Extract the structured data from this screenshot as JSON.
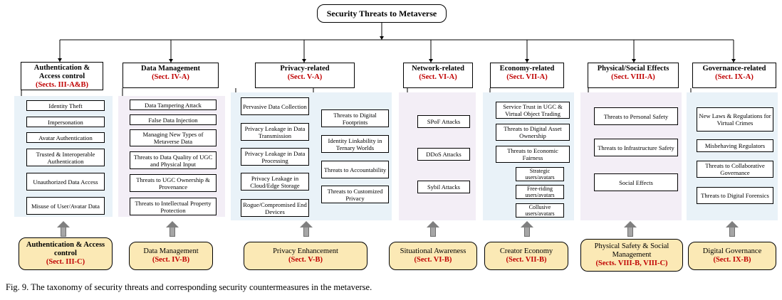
{
  "root": "Security Threats to Metaverse",
  "caption": "Fig. 9.  The taxonomy of security threats and corresponding security countermeasures in the metaverse.",
  "columns": [
    {
      "title": "Authentication &\nAccess control",
      "section": "(Sects. III-A&B)",
      "items": [
        "Identity Theft",
        "Impersonation",
        "Avatar Authentication",
        "Trusted & Interoperable Authentication",
        "Unauthorized Data Access",
        "Misuse of User/Avatar Data"
      ],
      "cm_title": "Authentication & Access control",
      "cm_section": "(Sect. III-C)"
    },
    {
      "title": "Data Management",
      "section": "(Sect. IV-A)",
      "items": [
        "Data Tampering Attack",
        "False Data Injection",
        "Managing New Types of Metaverse Data",
        "Threats to Data Quality of UGC and Physical Input",
        "Threats to UGC Ownership & Provenance",
        "Threats to Intellectual Property Protection"
      ],
      "cm_title": "Data Management",
      "cm_section": "(Sect. IV-B)"
    },
    {
      "title": "Privacy-related",
      "section": "(Sect. V-A)",
      "items_left": [
        "Pervasive Data Collection",
        "Privacy Leakage in Data Transmission",
        "Privacy Leakage in Data Processing",
        "Privacy Leakage in Cloud/Edge Storage",
        "Rogue/Compromised End Devices"
      ],
      "items_right": [
        "Threats to Digital Footprints",
        "Identity Linkability in Ternary Worlds",
        "Threats to Accountability",
        "Threats to Customized Privacy"
      ],
      "cm_title": "Privacy Enhancement",
      "cm_section": "(Sect. V-B)"
    },
    {
      "title": "Network-related",
      "section": "(Sect. VI-A)",
      "items": [
        "SPoF Attacks",
        "DDoS Attacks",
        "Sybil Attacks"
      ],
      "cm_title": "Situational Awareness",
      "cm_section": "(Sect. VI-B)"
    },
    {
      "title": "Economy-related",
      "section": "(Sect. VII-A)",
      "items": [
        "Service Trust in UGC & Virtual Object Trading",
        "Threats to Digital Asset Ownership",
        "Threats to Economic Fairness"
      ],
      "sub_items": [
        "Strategic users/avatars",
        "Free-riding users/avatars",
        "Collusive users/avatars"
      ],
      "cm_title": "Creator Economy",
      "cm_section": "(Sect. VII-B)"
    },
    {
      "title": "Physical/Social Effects",
      "section": "(Sect. VIII-A)",
      "items": [
        "Threats to Personal Safety",
        "Threats to Infrastructure Safety",
        "Social Effects"
      ],
      "cm_title": "Physical Safety & Social Management",
      "cm_section": "(Sects. VIII-B, VIII-C)"
    },
    {
      "title": "Governance-related",
      "section": "(Sect. IX-A)",
      "items": [
        "New Laws & Regulations for Virtual Crimes",
        "Misbehaving Regulators",
        "Threats to Collaborative Governance",
        "Threats to Digital Forensics"
      ],
      "cm_title": "Digital Governance",
      "cm_section": "(Sect. IX-B)"
    }
  ]
}
